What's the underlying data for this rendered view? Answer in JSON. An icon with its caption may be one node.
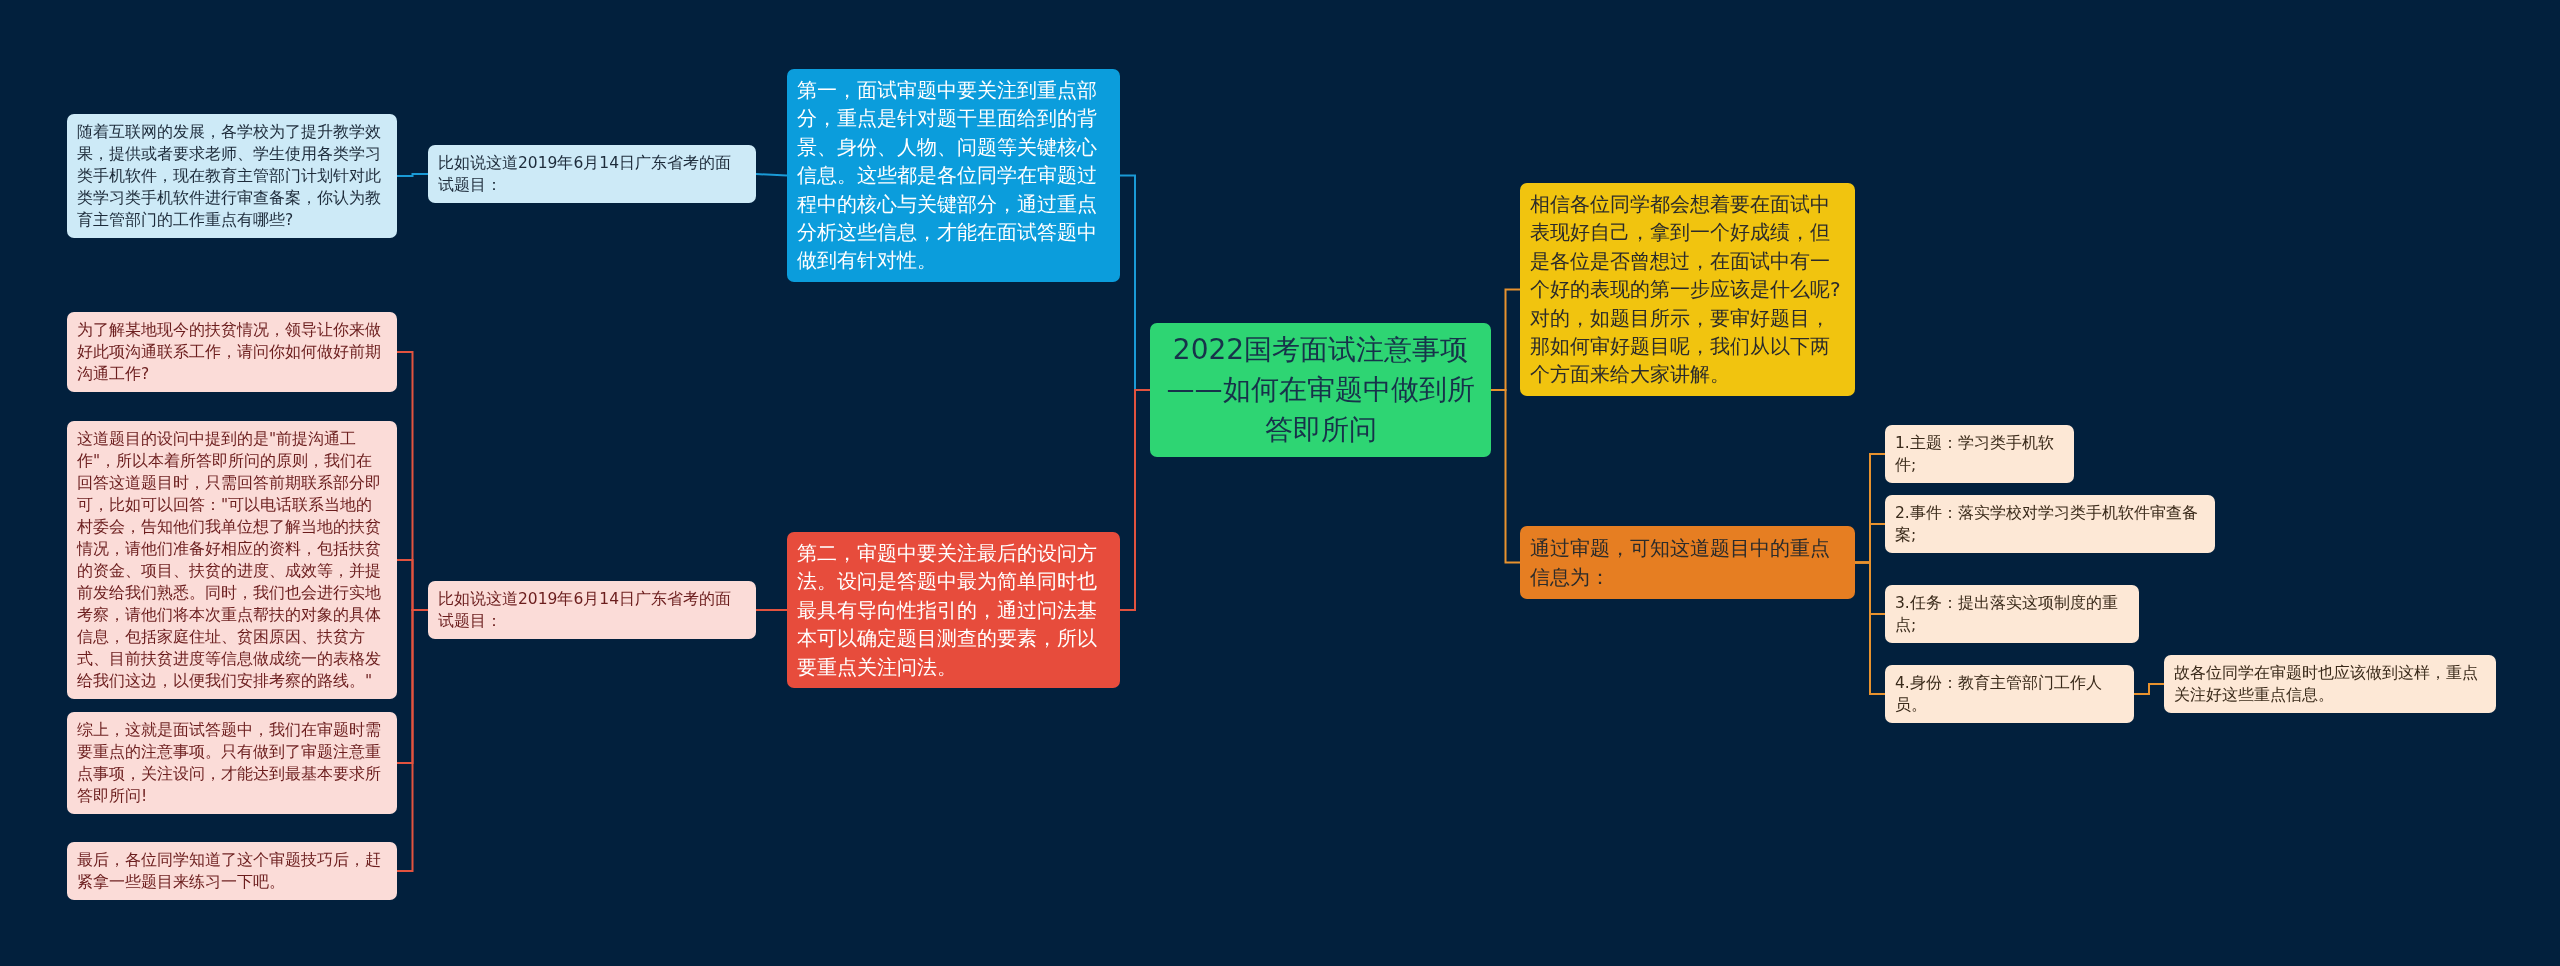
{
  "diagram": {
    "nodes": [
      {
        "text": [
          "2022国考面试注意事项——如何在审题中做到所答即所问"
        ]
      },
      {
        "text": [
          "第一，面试审题中要关注到重点部分，重点是针对题干里面给到的背景、身份、人物、问题等关键核心信息。这些都是各位同学在审题过程中的核心与关键部分，通过重点分析这些信息，才能在面试答题中做到有针对性。"
        ]
      },
      {
        "text": [
          "比如说这道2019年6月14日广东省考的面试题目："
        ]
      },
      {
        "text": [
          "随着互联网的发展，各学校为了提升教学效果，提供或者要求老师、学生使用各类学习类手机软件，现在教育主管部门计划针对此类学习类手机软件进行审查备案，你认为教育主管部门的工作重点有哪些?"
        ]
      },
      {
        "text": [
          "第二，审题中要关注最后的设问方法。设问是答题中最为简单同时也最具有导向性指引的，通过问法基本可以确定题目测查的要素，所以要重点关注问法。"
        ]
      },
      {
        "text": [
          "比如说这道2019年6月14日广东省考的面试题目："
        ]
      },
      {
        "text": [
          "为了解某地现今的扶贫情况，领导让你来做好此项沟通联系工作，请问你如何做好前期沟通工作?"
        ]
      },
      {
        "text": [
          "这道题目的设问中提到的是\"前提沟通工作\"，所以本着所答即所问的原则，我们在回答这道题目时，只需回答前期联系部分即可，比如可以回答：\"可以电话联系当地的村委会，告知他们我单位想了解当地的扶贫情况，请他们准备好相应的资料，包括扶贫的资金、项目、扶贫的进度、成效等，并提前发给我们熟悉。同时，我们也会进行实地考察，请他们将本次重点帮扶的对象的具体信息，包括家庭住址、贫困原因、扶贫方式、目前扶贫进度等信息做成统一的表格发给我们这边，以便我们安排考察的路线。\""
        ]
      },
      {
        "text": [
          "综上，这就是面试答题中，我们在审题时需要重点的注意事项。只有做到了审题注意重点事项，关注设问，才能达到最基本要求所答即所问!"
        ]
      },
      {
        "text": [
          "最后，各位同学知道了这个审题技巧后，赶紧拿一些题目来练习一下吧。"
        ]
      },
      {
        "text": [
          "相信各位同学都会想着要在面试中表现好自己，拿到一个好成绩，但是各位是否曾想过，在面试中有一个好的表现的第一步应该是什么呢?对的，如题目所示，要审好题目，那如何审好题目呢，我们从以下两个方面来给大家讲解。"
        ]
      },
      {
        "text": [
          "通过审题，可知这道题目中的重点信息为："
        ]
      },
      {
        "text": [
          "1.主题：学习类手机软件;"
        ]
      },
      {
        "text": [
          "2.事件：落实学校对学习类手机软件审查备案;"
        ]
      },
      {
        "text": [
          "3.任务：提出落实这项制度的重点;"
        ]
      },
      {
        "text": [
          "4.身份：教育主管部门工作人员。"
        ]
      },
      {
        "text": [
          "故各位同学在审题时也应该做到这样，重点关注好这些重点信息。"
        ]
      }
    ],
    "edges": [
      {
        "from": 0,
        "to": 1,
        "arrow": "none",
        "color": "#1a9ad6"
      },
      {
        "from": 1,
        "to": 2,
        "arrow": "none",
        "color": "#1a9ad6"
      },
      {
        "from": 2,
        "to": 3,
        "arrow": "none",
        "color": "#1a9ad6"
      },
      {
        "from": 0,
        "to": 4,
        "arrow": "none",
        "color": "#e2533f"
      },
      {
        "from": 4,
        "to": 5,
        "arrow": "none",
        "color": "#e2533f"
      },
      {
        "from": 5,
        "to": 6,
        "arrow": "none",
        "color": "#e2533f"
      },
      {
        "from": 5,
        "to": 7,
        "arrow": "none",
        "color": "#e2533f"
      },
      {
        "from": 5,
        "to": 8,
        "arrow": "none",
        "color": "#e2533f"
      },
      {
        "from": 5,
        "to": 9,
        "arrow": "none",
        "color": "#e2533f"
      },
      {
        "from": 0,
        "to": 10,
        "arrow": "none"
      },
      {
        "from": 0,
        "to": 11,
        "arrow": "none"
      },
      {
        "from": 11,
        "to": 12,
        "arrow": "none"
      },
      {
        "from": 11,
        "to": 13,
        "arrow": "none"
      },
      {
        "from": 11,
        "to": 14,
        "arrow": "none"
      },
      {
        "from": 11,
        "to": 15,
        "arrow": "none"
      },
      {
        "from": 15,
        "to": 16,
        "arrow": "none"
      }
    ]
  }
}
